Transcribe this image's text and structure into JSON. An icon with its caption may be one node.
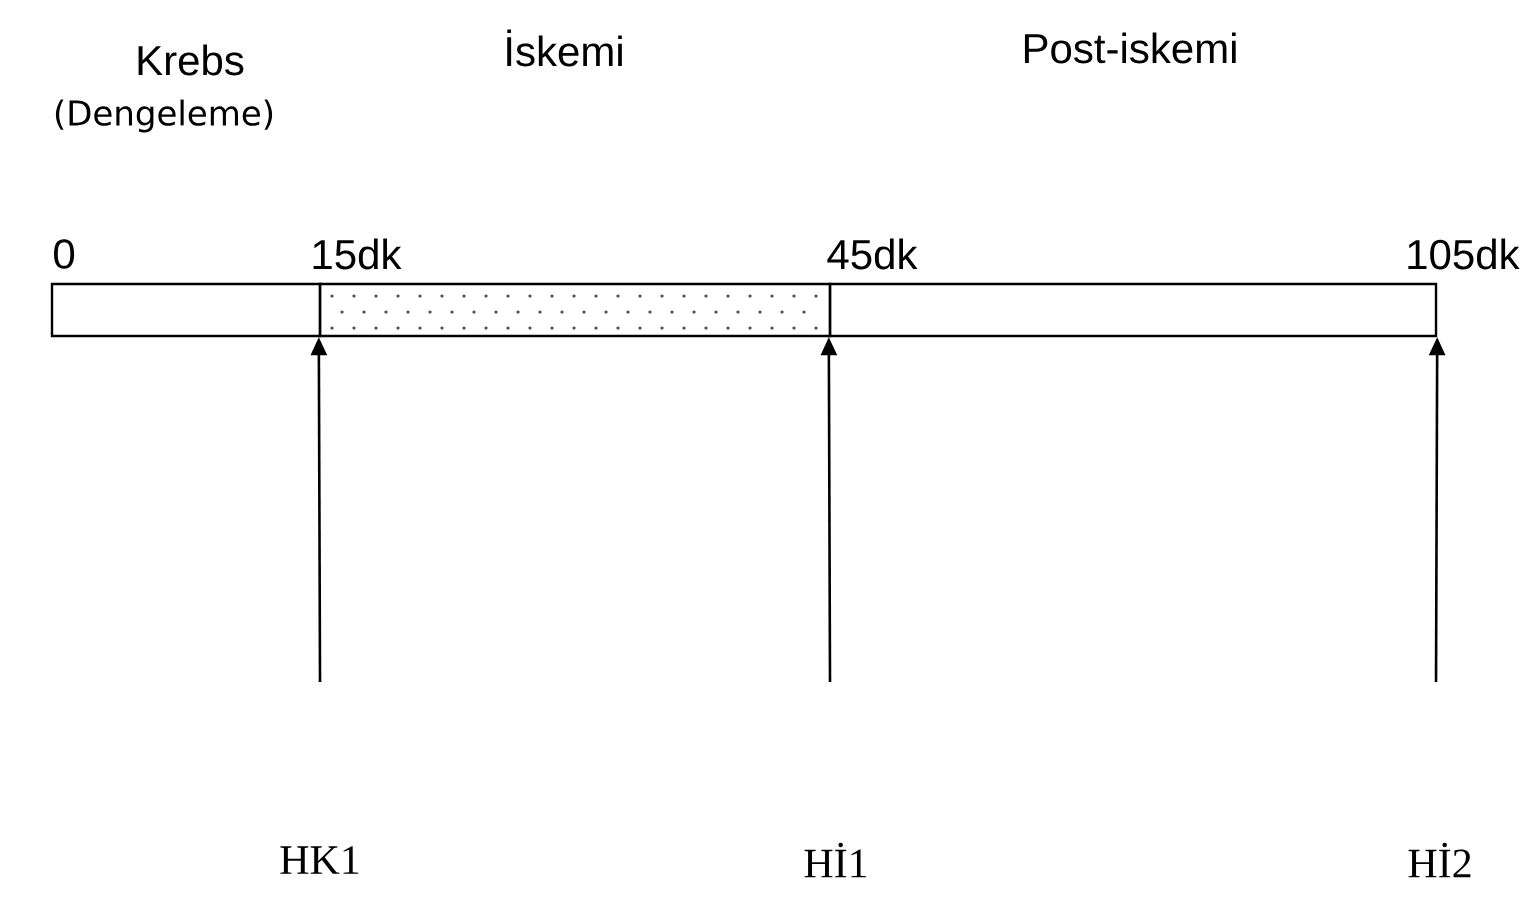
{
  "diagram": {
    "nodes": [
      {
        "text": [],
        "shape": "box"
      },
      {
        "text": [],
        "shape": "box"
      },
      {
        "text": [],
        "shape": "box"
      }
    ],
    "edges": [
      {
        "from": null,
        "to": 1,
        "arrow": "to"
      },
      {
        "from": null,
        "to": 2,
        "arrow": "to"
      },
      {
        "from": null,
        "to": 2,
        "arrow": "to"
      }
    ],
    "labels": [
      "Krebs",
      "(Dengeleme)",
      "İskemi",
      "Post-iskemi",
      "0",
      "15dk",
      "45dk",
      "105dk",
      "HK1",
      "Hİ1",
      "Hİ2"
    ]
  }
}
